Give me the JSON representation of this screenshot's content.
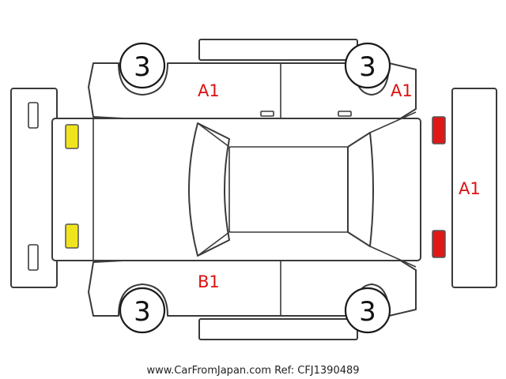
{
  "diagram": {
    "wheel_grades": {
      "front_left": "3",
      "rear_left": "3",
      "front_right": "3",
      "rear_right": "3"
    },
    "damage_marks": {
      "left_front_door": "A1",
      "rear_quarter": "A1",
      "rear_bumper": "A1",
      "right_front_door": "B1"
    },
    "lamp_colors": {
      "front": "#f0e51c",
      "rear": "#e01818"
    },
    "footer": "www.CarFromJapan.com Ref: CFJ1390489"
  }
}
